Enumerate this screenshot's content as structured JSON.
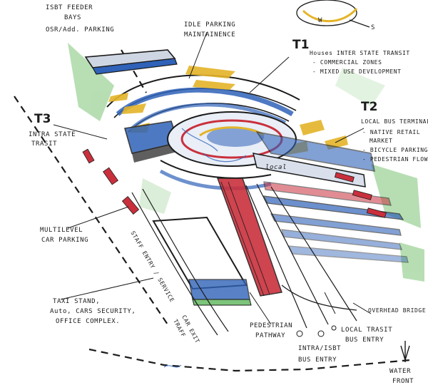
{
  "sketch": {
    "isbt_feeder": {
      "line1": "ISBT FEEDER",
      "line2": "BAYS",
      "line3": "OSR/Add. PARKING"
    },
    "idle_parking": {
      "line1": "IDLE PARKING",
      "line2": "MAINTAINENCE"
    },
    "t1": {
      "tag": "T1",
      "items": [
        "Houses INTER STATE TRANSIT",
        "- COMMERCIAL ZONES",
        "- MIXED USE DEVELOPMENT"
      ]
    },
    "t2": {
      "tag": "T2",
      "items": [
        "LOCAL BUS TERMINAL",
        "- NATIVE RETAIL",
        "MARKET",
        "- BICYCLE PARKING",
        "- PEDESTRIAN FLOW"
      ]
    },
    "t3": {
      "tag": "T3",
      "items": [
        "INTRA STATE",
        "TRASIT"
      ]
    },
    "local_label": "local",
    "multilevel": {
      "line1": "MULTILEVEL",
      "line2": "CAR PARKING"
    },
    "staff_entry": "STAFF ENTRY / SERVICE",
    "taxi_stand": {
      "line1": "TAXI STAND,",
      "line2": "Auto, CARS SECURITY,",
      "line3": "OFFICE COMPLEX."
    },
    "car_exit": {
      "line1": "CAR EXIT",
      "line2": "TRAFF"
    },
    "pedestrian": {
      "line1": "PEDESTRIAN",
      "line2": "PATHWAY"
    },
    "intra_isbt": {
      "line1": "INTRA/ISBT",
      "line2": "BUS ENTRY"
    },
    "local_trasit": {
      "line1": "LOCAL TRASIT",
      "line2": "BUS ENTRY"
    },
    "overhead": "OVERHEAD BRIDGE",
    "water_front": {
      "line1": "WATER",
      "line2": "FRONT"
    },
    "north_letters": {
      "w": "W",
      "s": "S"
    }
  },
  "colors": {
    "ink": "#1b1b1b",
    "blue": "#2f62b8",
    "red": "#c9303c",
    "yellow": "#e4b429",
    "green": "#7cc47a",
    "paper": "#ffffff"
  }
}
